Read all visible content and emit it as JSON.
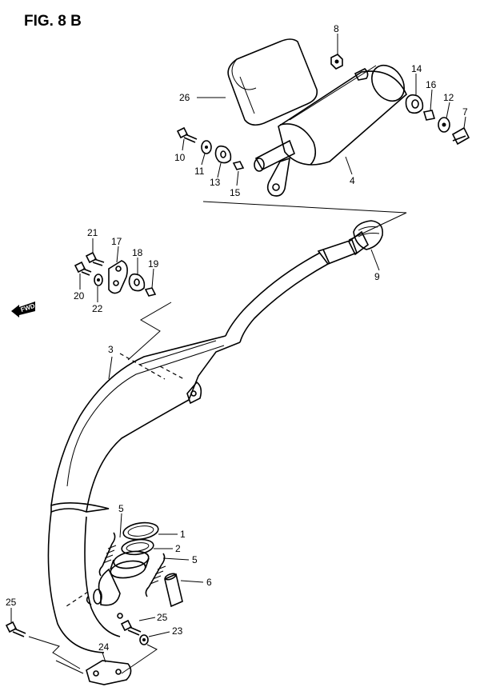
{
  "figure": {
    "title": "FIG. 8 B"
  },
  "forward_marker": {
    "label": "FWD",
    "icon": "forward-arrow-icon"
  },
  "callouts": {
    "p1": "1",
    "p2": "2",
    "p3": "3",
    "p4": "4",
    "p5a": "5",
    "p5b": "5",
    "p6": "6",
    "p7": "7",
    "p8": "8",
    "p9": "9",
    "p10": "10",
    "p11": "11",
    "p12": "12",
    "p13": "13",
    "p14": "14",
    "p15": "15",
    "p16": "16",
    "p17": "17",
    "p18": "18",
    "p19": "19",
    "p20": "20",
    "p21": "21",
    "p22": "22",
    "p23": "23",
    "p24": "24",
    "p25a": "25",
    "p25b": "25",
    "p26": "26"
  }
}
